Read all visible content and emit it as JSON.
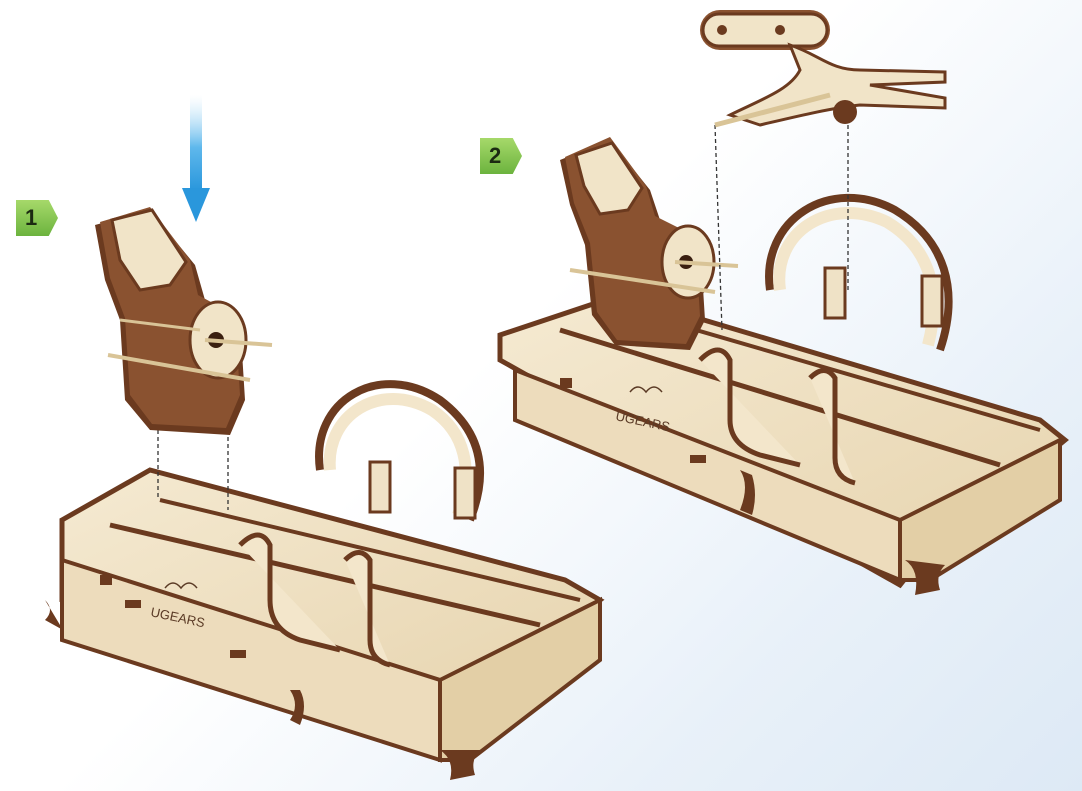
{
  "steps": [
    {
      "number": "1"
    },
    {
      "number": "2"
    }
  ],
  "brand": {
    "logo_text": "UGEARS"
  },
  "colors": {
    "arrow": "#3aa7e6",
    "plywood_face": "#efe2c6",
    "plywood_edge": "#6b3a1f",
    "step_badge": "#7cc144"
  },
  "icons": {
    "step_marker": "chevron-badge-icon",
    "insert_direction": "arrow-down-icon"
  }
}
